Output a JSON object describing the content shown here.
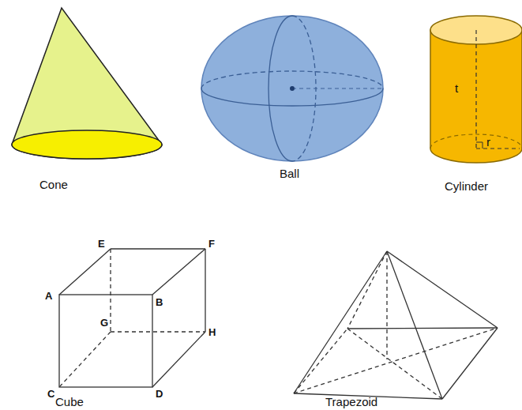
{
  "diagram": {
    "labels": [
      "Cone",
      "Ball",
      "Cylinder",
      "t",
      "r",
      "E",
      "F",
      "A",
      "B",
      "G",
      "H",
      "C",
      "D",
      "Cube",
      "Trapezoid"
    ]
  }
}
